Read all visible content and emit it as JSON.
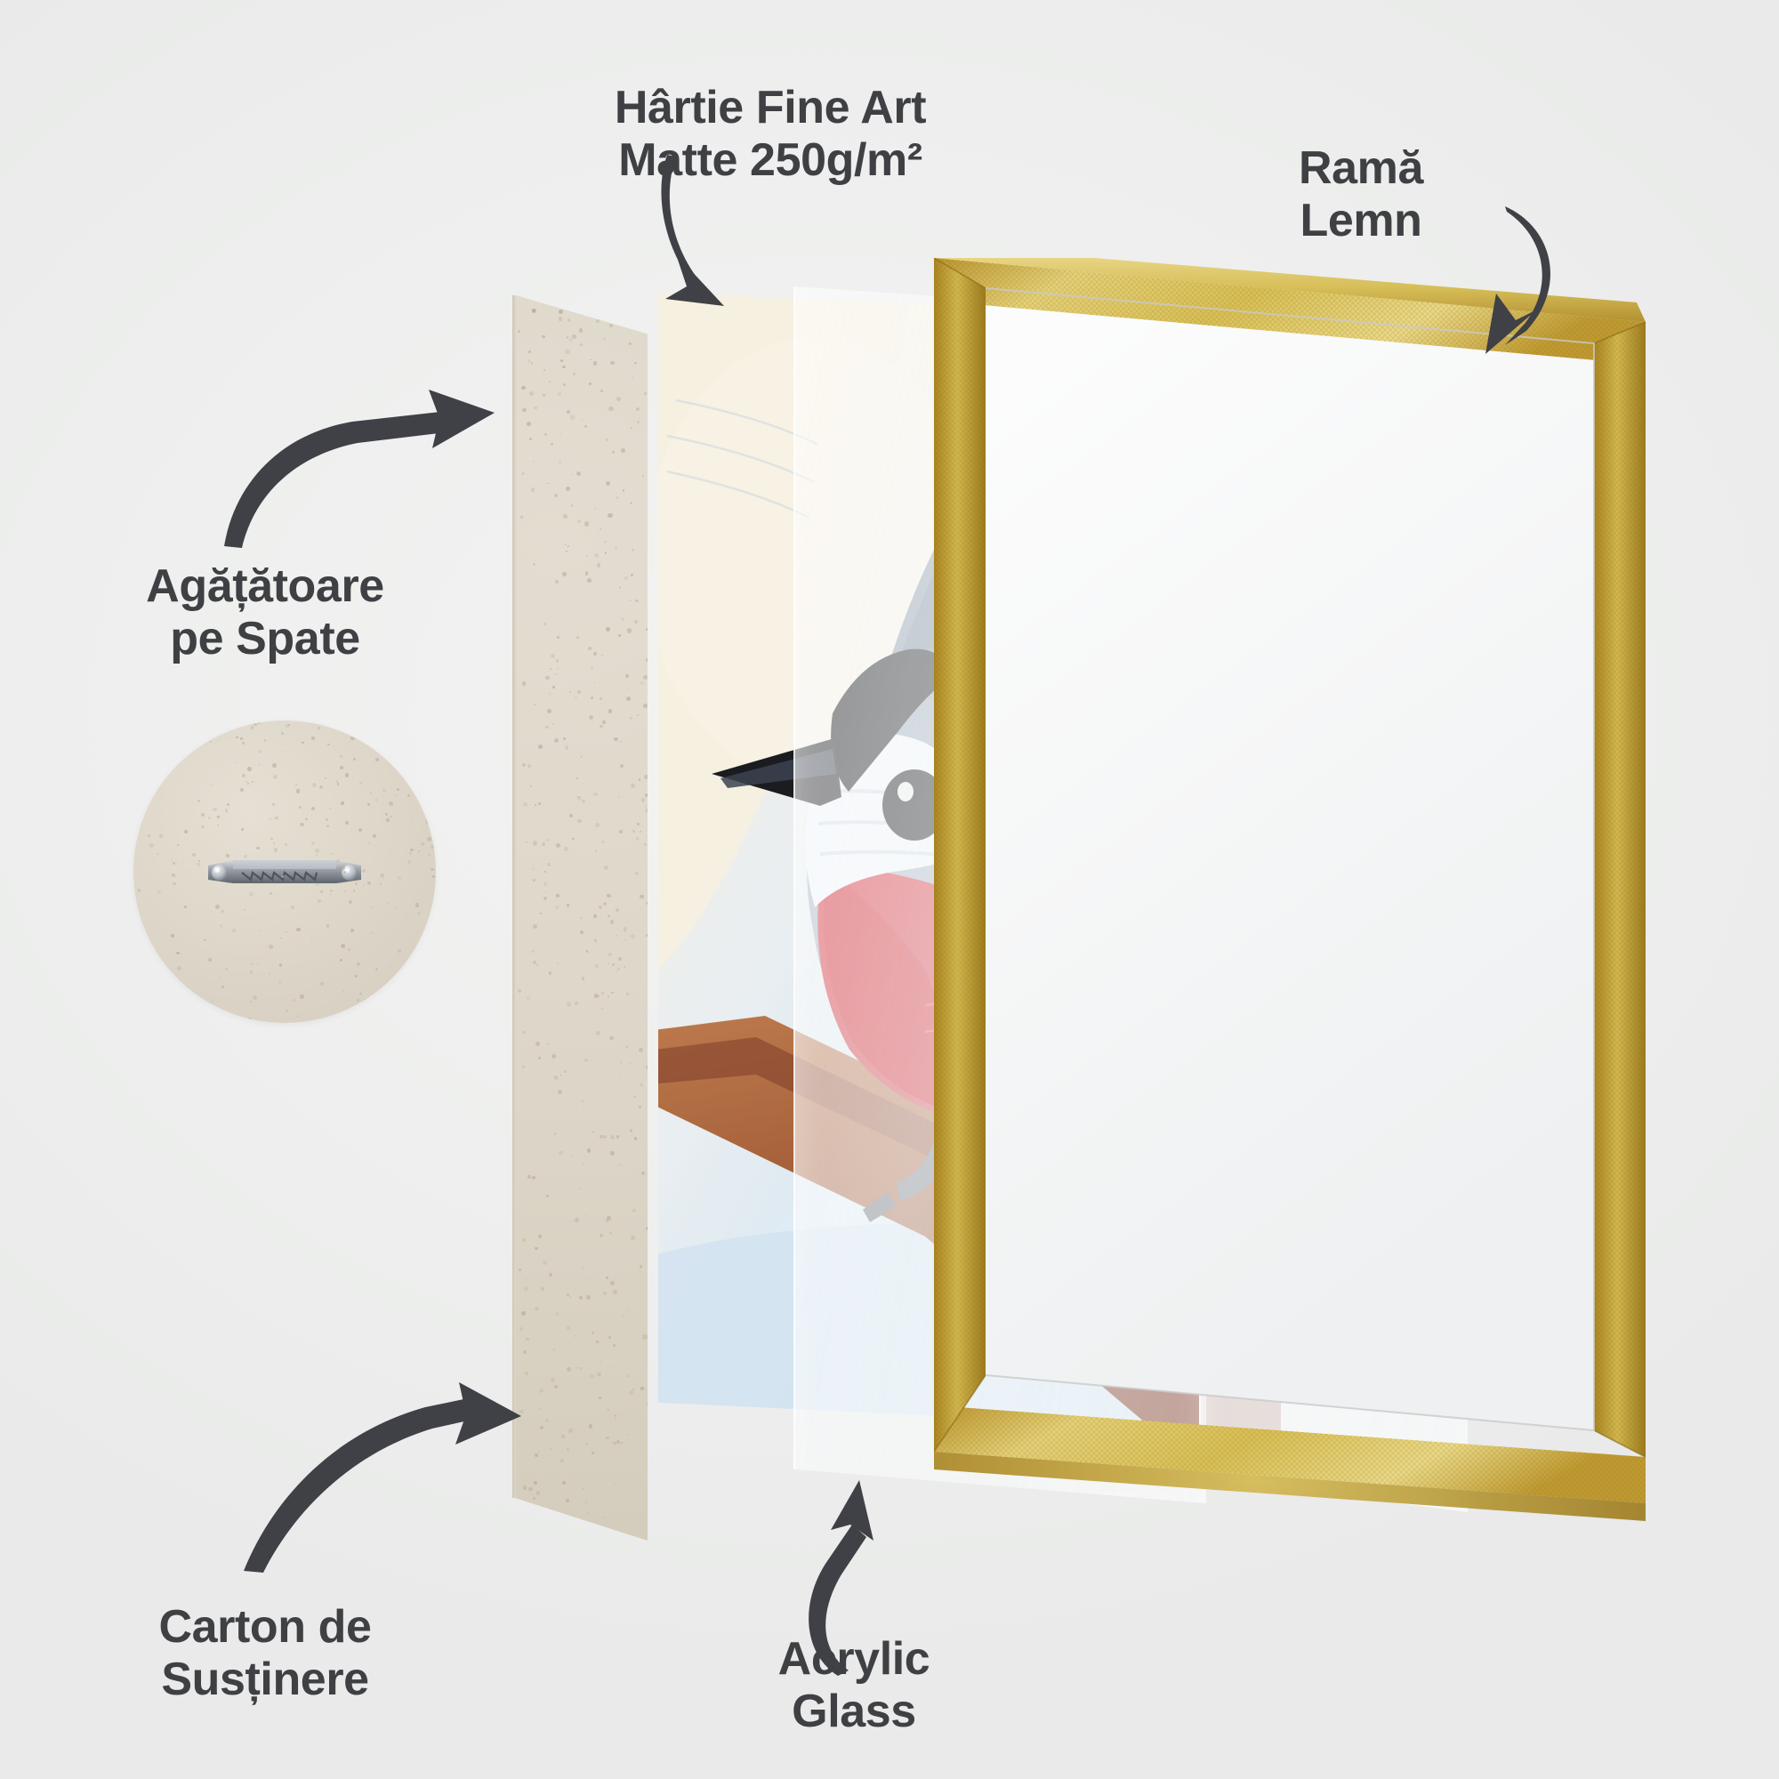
{
  "background_color": "#eff0ef",
  "text_color": "#3e4043",
  "labels": {
    "paper": {
      "text": "Hârtie Fine Art\nMatte 250g/m²",
      "name": "fine-art-paper"
    },
    "frame": {
      "text": "Ramă\nLemn",
      "name": "wood-frame"
    },
    "hanger": {
      "text": "Agățătoare\npe Spate",
      "name": "back-hanger"
    },
    "backing": {
      "text": "Carton de\nSusținere",
      "name": "backing-board"
    },
    "glass": {
      "text": "Acrylic\nGlass",
      "name": "acrylic-glass"
    }
  },
  "components": {
    "backing_board": "Carton de Susținere",
    "print": "Hârtie Fine Art Matte 250g/m²",
    "acrylic": "Acrylic Glass",
    "frame": "Ramă Lemn",
    "hanger": "Agățătoare pe Spate"
  },
  "artwork": {
    "subject": "tufted titmouse bird perched on branch",
    "colors": {
      "sky": "#cfe6f4",
      "cream": "#f6efdf",
      "bird_gray": "#9aa8b8",
      "bird_dark": "#5d6a7a",
      "breast_red": "#d32028",
      "branch_brown": "#a9603c",
      "beak_black": "#1b1c20"
    }
  },
  "materials": {
    "frame_gold": "#c9a22e",
    "frame_gold_light": "#e8d47a",
    "board_beige": "#ded7ca",
    "hanger_metal": "#9aa0a6"
  }
}
